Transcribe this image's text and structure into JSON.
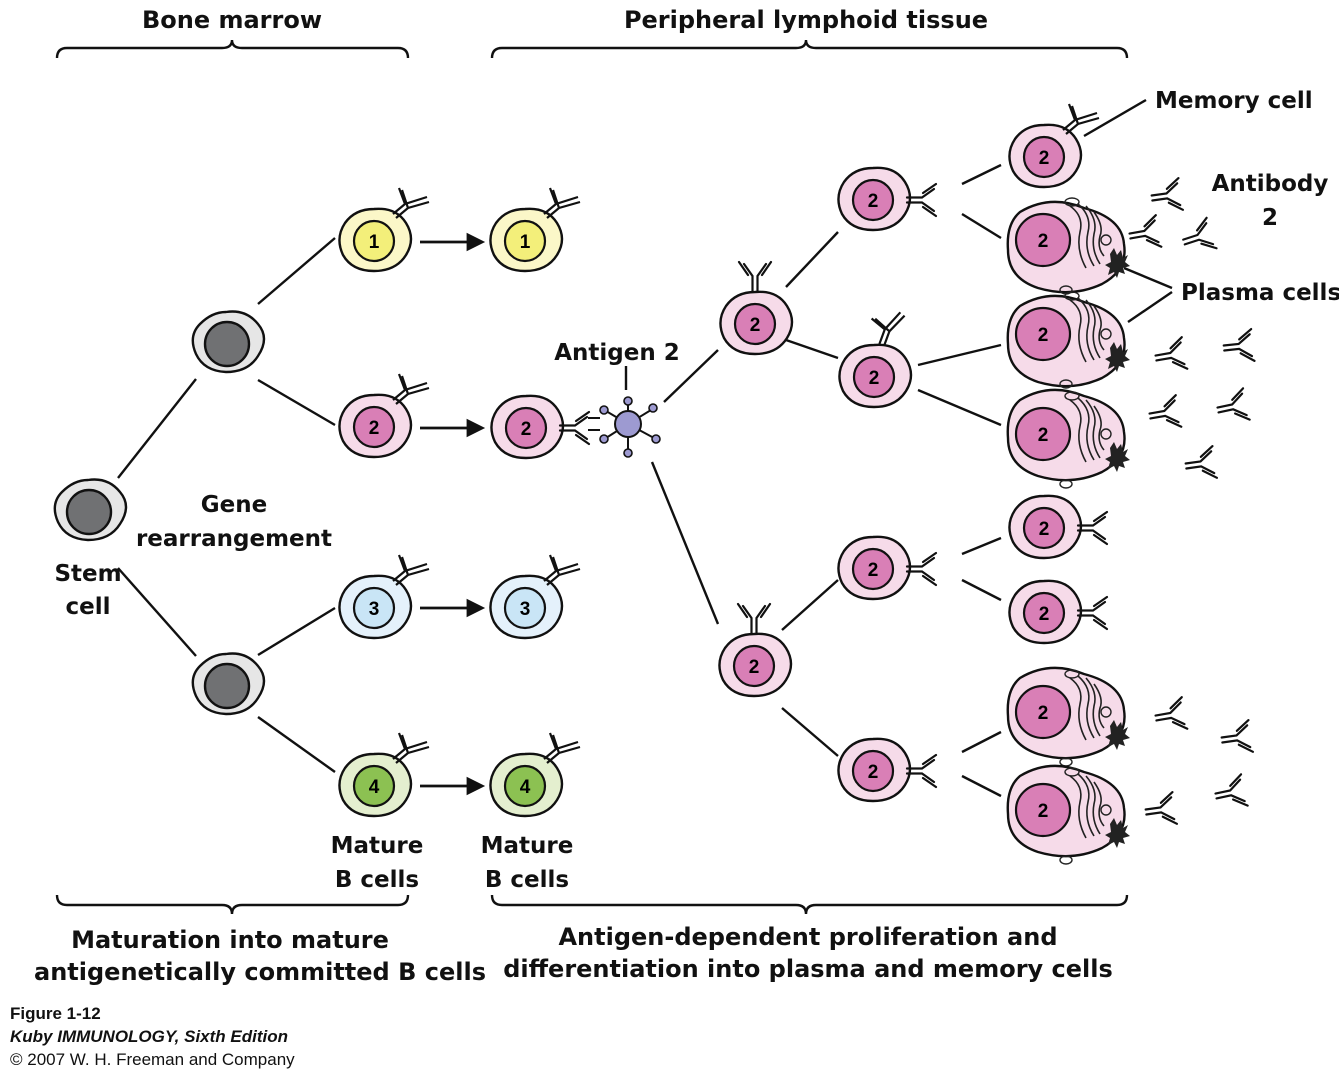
{
  "headers": {
    "bone_marrow": "Bone marrow",
    "peripheral": "Peripheral lymphoid tissue"
  },
  "labels": {
    "stem_cell_line1": "Stem",
    "stem_cell_line2": "cell",
    "gene_line1": "Gene",
    "gene_line2": "rearrangement",
    "antigen": "Antigen 2",
    "memory_cell": "Memory cell",
    "antibody_line1": "Antibody",
    "antibody_line2": "2",
    "plasma_cells": "Plasma cells",
    "mature_left_line1": "Mature",
    "mature_left_line2": "B cells",
    "mature_right_line1": "Mature",
    "mature_right_line2": "B cells"
  },
  "footers": {
    "left_line1": "Maturation into mature",
    "left_line2": "antigenetically committed B cells",
    "right_line1": "Antigen-dependent proliferation and",
    "right_line2": "differentiation into plasma and memory cells"
  },
  "caption": {
    "figure": "Figure 1-12",
    "book": "Kuby IMMUNOLOGY, Sixth Edition",
    "copyright": "© 2007 W. H. Freeman and Company"
  },
  "cell_numbers": {
    "b1": "1",
    "b2": "2",
    "b3": "3",
    "b4": "4",
    "r1": "1",
    "r2": "2",
    "r3": "3",
    "r4": "4",
    "p_upper": "2",
    "p_lower": "2",
    "g_a": "2",
    "g_b": "2",
    "g_c": "2",
    "g_d": "2",
    "memory": "2",
    "plasma1": "2",
    "plasma2": "2",
    "plasma3": "2",
    "b_cell1": "2",
    "b_cell2": "2",
    "plasma4": "2",
    "plasma5": "2"
  },
  "colors": {
    "yellow_outer": "#fbf7c8",
    "yellow_nucleus": "#f3ef7a",
    "pink_outer": "#f6dbe9",
    "pink_nucleus": "#d97fb6",
    "blue_outer": "#e4f1fb",
    "blue_nucleus": "#c9e5f6",
    "green_outer": "#e4efcf",
    "green_nucleus": "#8cc152",
    "gray_outer": "#e6e6e6",
    "gray_nucleus": "#707173",
    "antigen": "#9d9ad1"
  }
}
